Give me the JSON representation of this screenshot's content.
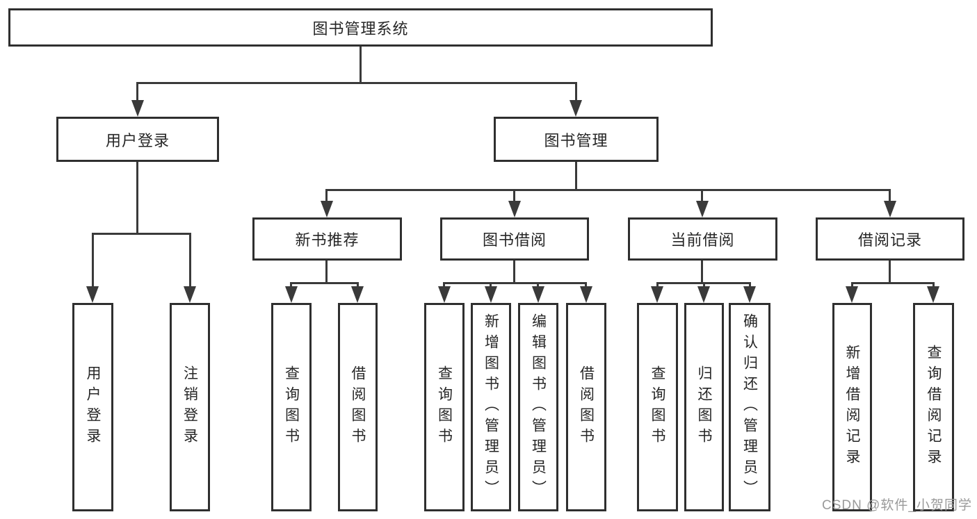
{
  "diagram_title": "图书管理系统",
  "tree": {
    "root": {
      "label": "图书管理系统",
      "children": [
        {
          "label": "用户登录",
          "children": [
            {
              "label": "用户登录"
            },
            {
              "label": "注销登录"
            }
          ]
        },
        {
          "label": "图书管理",
          "children": [
            {
              "label": "新书推荐",
              "children": [
                {
                  "label": "查询图书"
                },
                {
                  "label": "借阅图书"
                }
              ]
            },
            {
              "label": "图书借阅",
              "children": [
                {
                  "label": "查询图书"
                },
                {
                  "label": "新增图书（管理员）"
                },
                {
                  "label": "编辑图书（管理员）"
                },
                {
                  "label": "借阅图书"
                }
              ]
            },
            {
              "label": "当前借阅",
              "children": [
                {
                  "label": "查询图书"
                },
                {
                  "label": "归还图书"
                },
                {
                  "label": "确认归还（管理员）"
                }
              ]
            },
            {
              "label": "借阅记录",
              "children": [
                {
                  "label": "新增借阅记录"
                },
                {
                  "label": "查询借阅记录"
                }
              ]
            }
          ]
        }
      ]
    }
  },
  "watermark": {
    "text": "CSDN @软件_小贺同学"
  },
  "colors": {
    "background": "#ffffff",
    "box_border": "#2f2f2f",
    "connector_line": "#3a3a3a",
    "text": "#262626",
    "watermark": "#9a9a9a"
  }
}
